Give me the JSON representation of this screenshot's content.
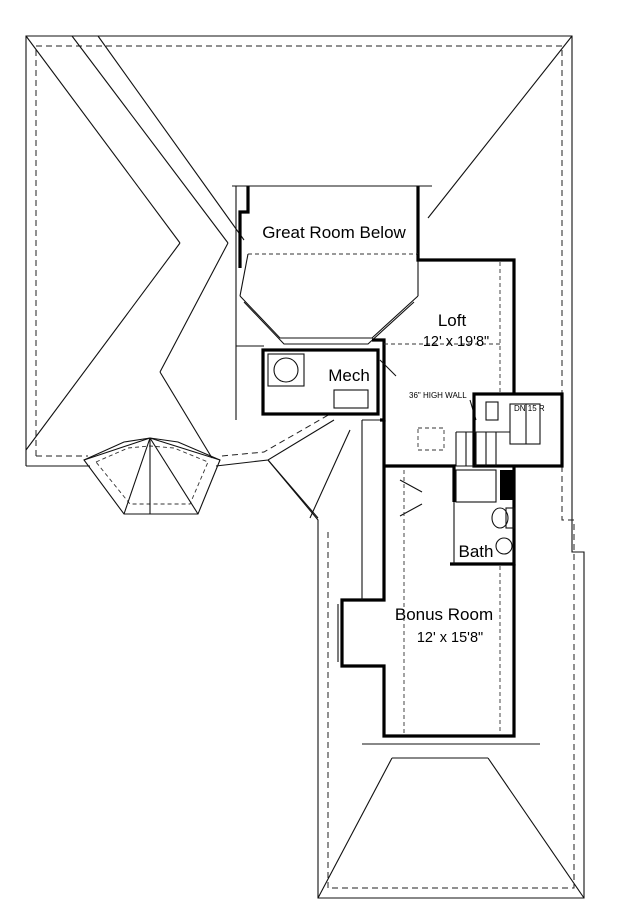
{
  "rooms": {
    "great_room": "Great Room Below",
    "loft_name": "Loft",
    "loft_size": "12' x 19'8\"",
    "mech": "Mech",
    "bath": "Bath",
    "bonus_name": "Bonus Room",
    "bonus_size": "12' x 15'8\""
  },
  "notes": {
    "high_wall": "36\" HIGH WALL",
    "stairs": "DN 15 R"
  }
}
